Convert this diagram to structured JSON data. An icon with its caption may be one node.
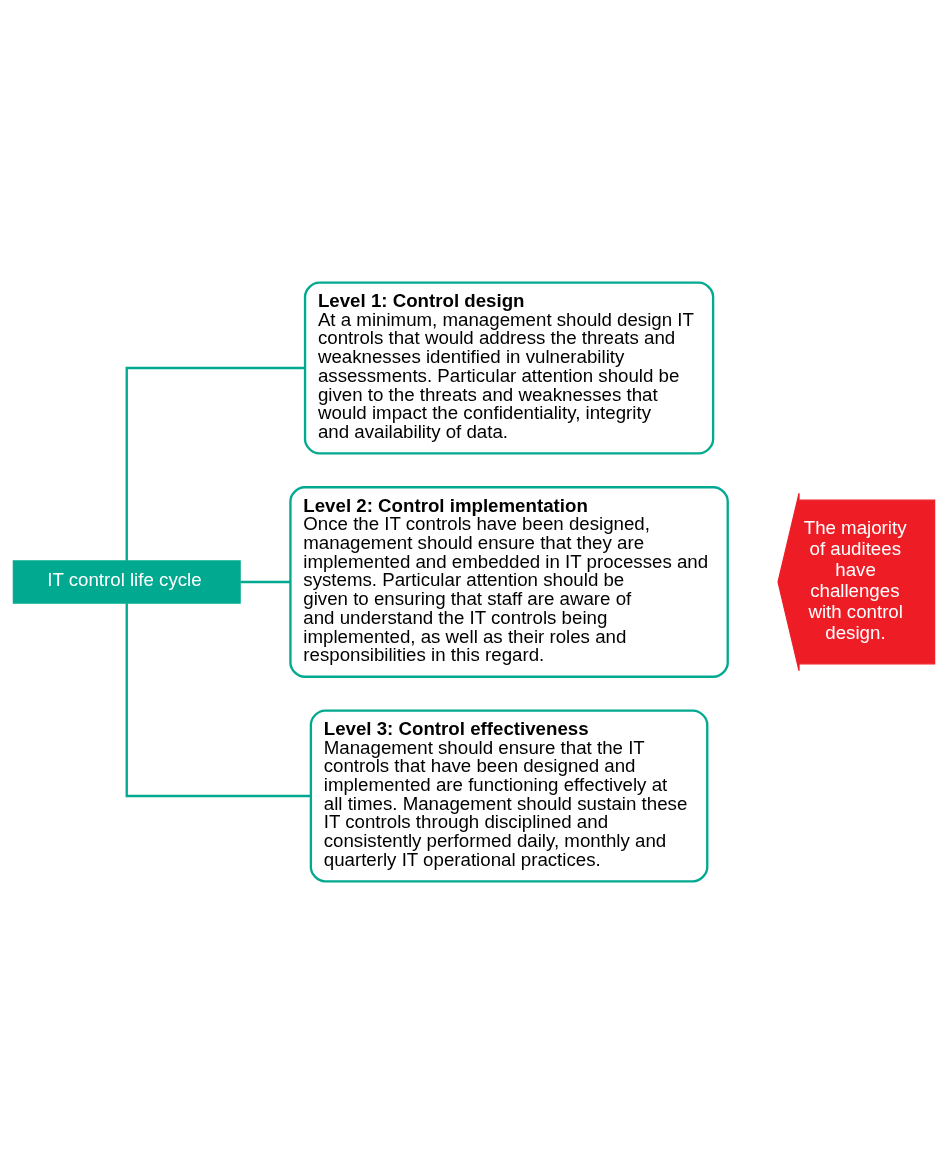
{
  "diagram": {
    "nodes": [
      {
        "text": [
          "IT control life cycle"
        ]
      },
      {
        "text": [
          "Level 1: Control design",
          "At a minimum, management should design IT controls that would address the threats and weaknesses identified in vulnerability assessments. Particular attention should be given to the threats and weaknesses that would impact the confidentiality, integrity and availability of data."
        ]
      },
      {
        "text": [
          "Level 2: Control implementation",
          "Once the IT controls have been designed, management should ensure that they are implemented and embedded in IT processes and systems. Particular attention should be given to ensuring that staff are aware of and understand the IT controls being implemented, as well as their roles and responsibilities in this regard."
        ]
      },
      {
        "text": [
          "Level 3: Control effectiveness",
          "Management should ensure that the IT controls that have been designed and implemented are functioning effectively at all times. Management should sustain these IT controls through disciplined and consistently performed daily, monthly and quarterly IT operational practices."
        ]
      },
      {
        "text": [
          "The majority of auditees have challenges with control design."
        ]
      }
    ],
    "edges": [
      {
        "from": 0,
        "to": 1,
        "arrow": "none"
      },
      {
        "from": 0,
        "to": 2,
        "arrow": "none"
      },
      {
        "from": 0,
        "to": 3,
        "arrow": "none"
      }
    ]
  }
}
